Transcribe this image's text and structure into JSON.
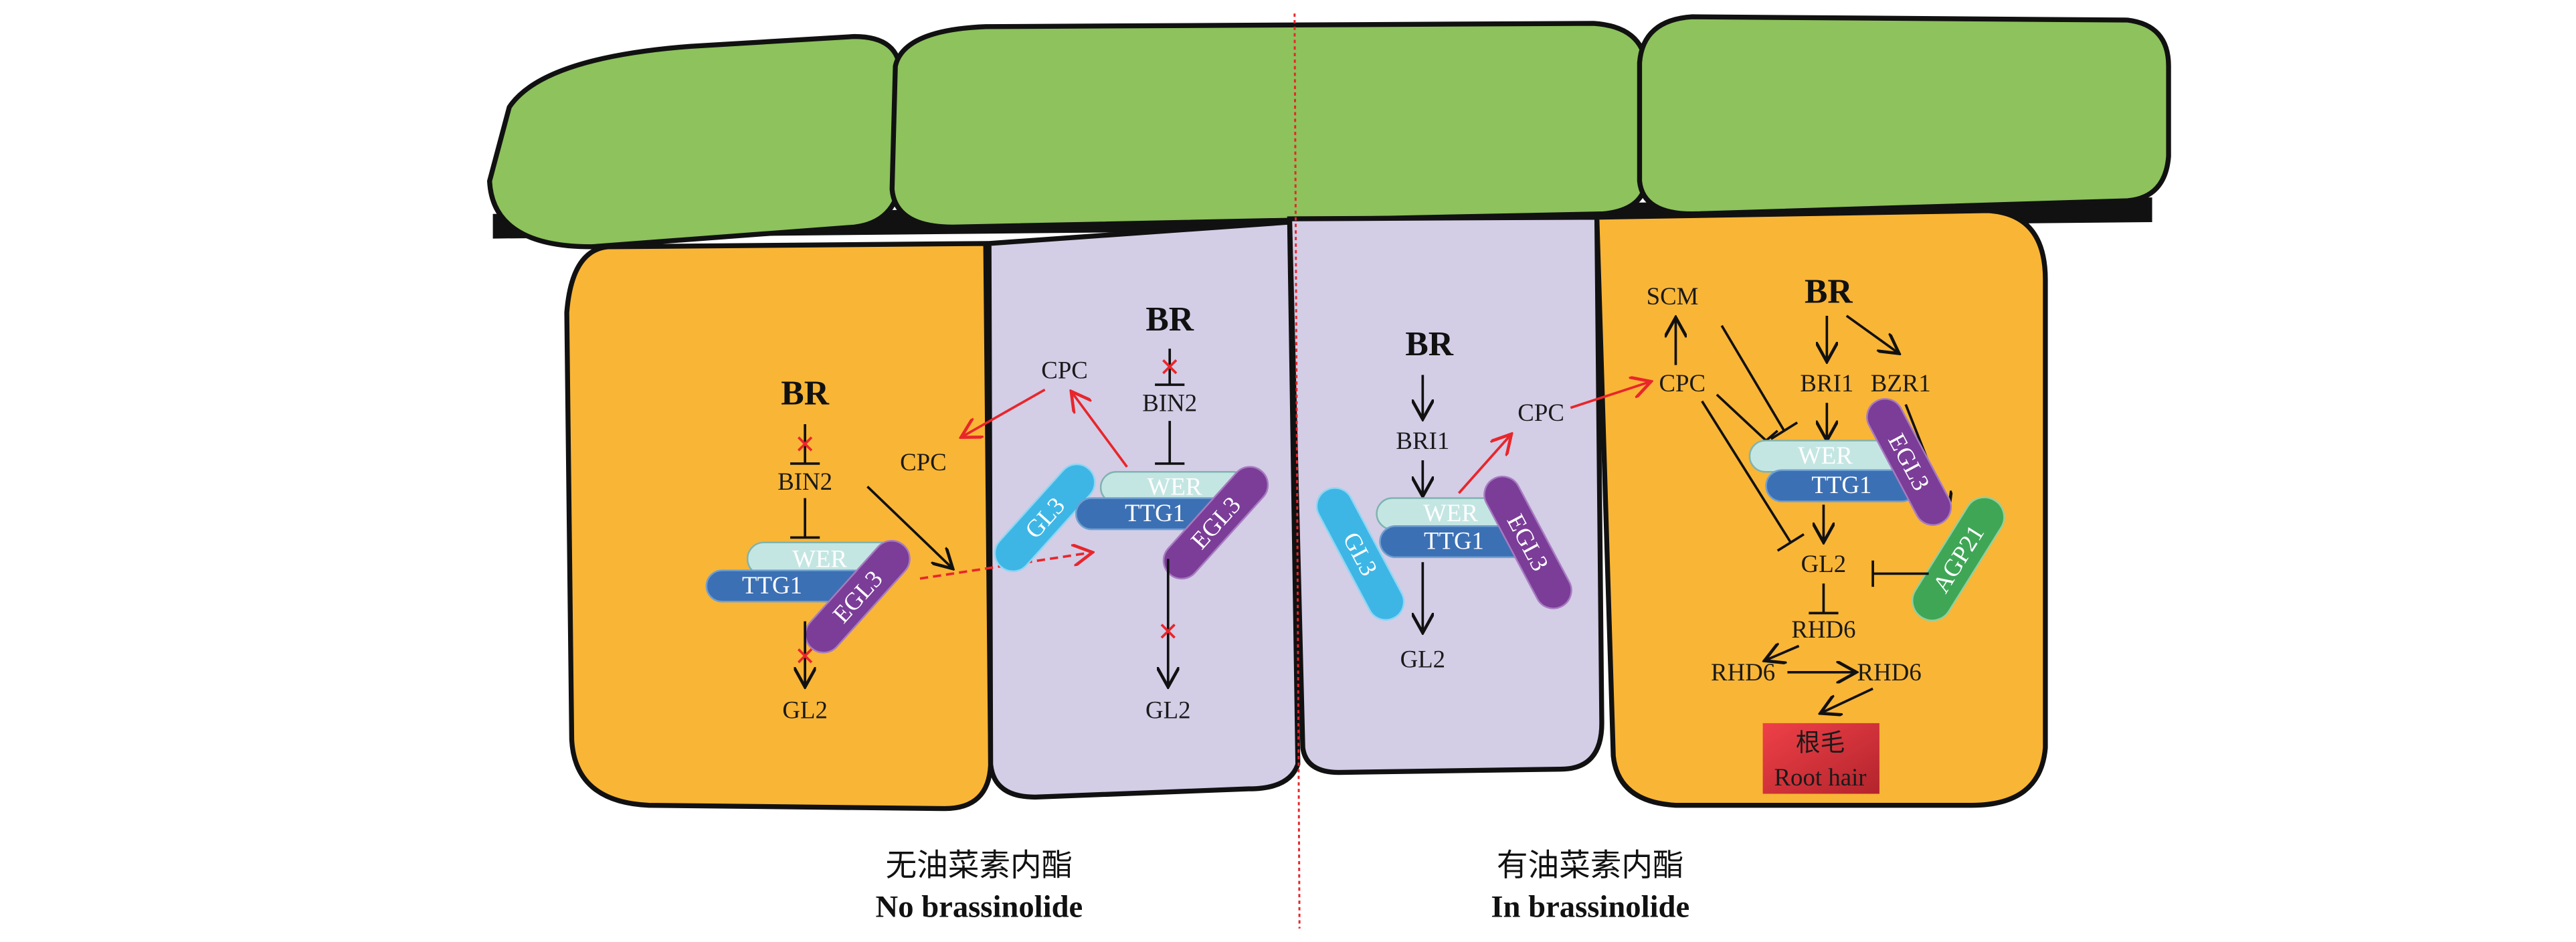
{
  "colors": {
    "epidermis_green": "#8dc25c",
    "hair_cell_orange": "#f9b536",
    "non_hair_cell_lavender": "#d3cde6",
    "wer": "#c4e6e3",
    "ttg1": "#3c70b4",
    "egl3": "#7b3d98",
    "gl3": "#3db6e6",
    "agp21": "#3fa655",
    "root_hair_box": "#e8383f",
    "red_arrow": "#e8262b"
  },
  "left_condition": {
    "label_zh": "无油菜素内酯",
    "label_en": "No brassinolide",
    "cell1": {
      "br": "BR",
      "bin2": "BIN2",
      "cpc": "CPC",
      "wer": "WER",
      "ttg1": "TTG1",
      "egl3": "EGL3",
      "gl2": "GL2"
    },
    "cell2": {
      "br": "BR",
      "bin2": "BIN2",
      "cpc": "CPC",
      "wer": "WER",
      "ttg1": "TTG1",
      "egl3": "EGL3",
      "gl3": "GL3",
      "gl2": "GL2"
    }
  },
  "right_condition": {
    "label_zh": "有油菜素内酯",
    "label_en": "In brassinolide",
    "cell3": {
      "br": "BR",
      "bri1": "BRI1",
      "cpc": "CPC",
      "wer": "WER",
      "ttg1": "TTG1",
      "egl3": "EGL3",
      "gl3": "GL3",
      "gl2": "GL2"
    },
    "cell4": {
      "scm": "SCM",
      "br": "BR",
      "cpc": "CPC",
      "bri1": "BRI1",
      "bzr1": "BZR1",
      "wer": "WER",
      "ttg1": "TTG1",
      "egl3": "EGL3",
      "agp21": "AGP21",
      "gl2": "GL2",
      "rhd6_a": "RHD6",
      "rhd6_b": "RHD6",
      "rhd6_c": "RHD6",
      "root_hair_zh": "根毛",
      "root_hair_en": "Root hair"
    }
  }
}
